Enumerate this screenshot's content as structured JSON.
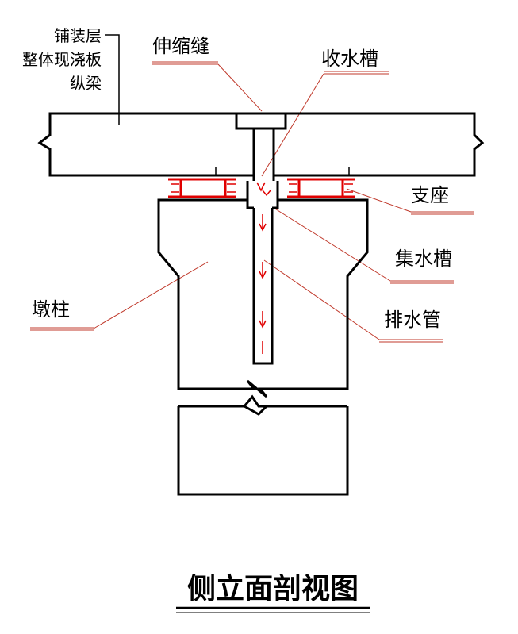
{
  "labels": {
    "paving_layer": "铺装层",
    "cast_slab": "整体现浇板",
    "longitudinal_beam": "纵梁",
    "expansion_joint": "伸缩缝",
    "collecting_trough": "收水槽",
    "bearing": "支座",
    "water_collecting_trough": "集水槽",
    "pier_column": "墩柱",
    "drain_pipe": "排水管"
  },
  "title": "侧立面剖视图",
  "colors": {
    "structure": "#000000",
    "leader_line": "#c0392b",
    "bearing": "#e00000",
    "flow_arrow": "#e00000"
  }
}
